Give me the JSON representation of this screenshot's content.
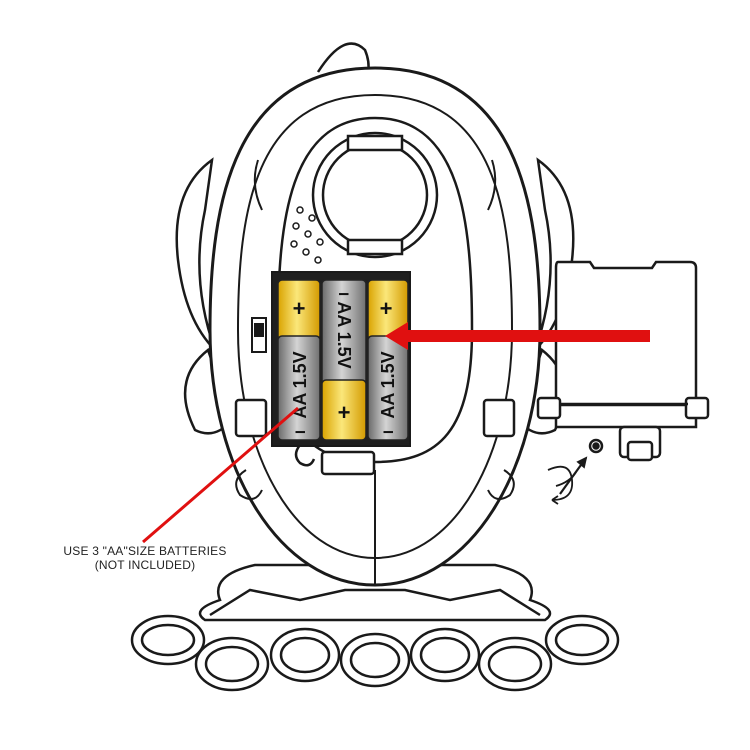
{
  "instruction": {
    "line1": "USE 3 \"AA\"SIZE BATTERIES",
    "line2": "(NOT INCLUDED)"
  },
  "batteries": [
    {
      "label": "AA 1.5V",
      "plus": "+",
      "minus": "I",
      "orientation": "plus-top"
    },
    {
      "label": "AA 1.5V",
      "plus": "+",
      "minus": "I",
      "orientation": "plus-bottom"
    },
    {
      "label": "AA 1.5V",
      "plus": "+",
      "minus": "I",
      "orientation": "plus-top"
    }
  ],
  "colors": {
    "arrow": "#e01010",
    "battery_gold": "#f2c21a",
    "battery_gold_light": "#fbe77a",
    "battery_gray": "#8e8e8e",
    "outline": "#1a1a1a"
  }
}
